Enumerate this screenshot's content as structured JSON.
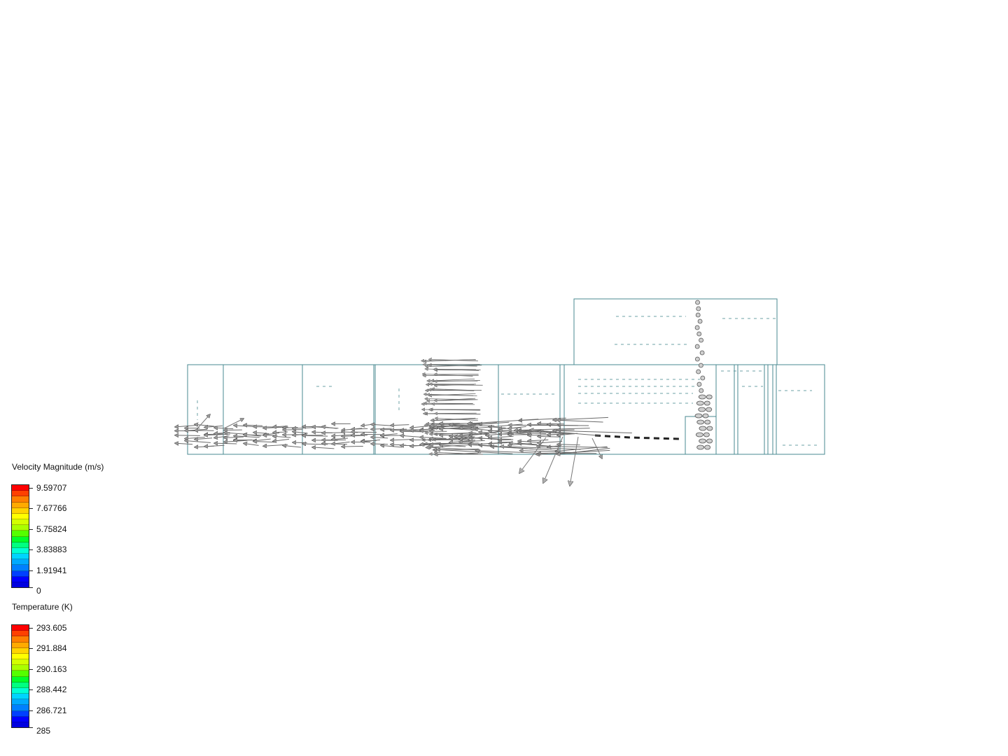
{
  "scene": {
    "background": "#ffffff",
    "outline_color": "#4a8a90",
    "arrow_fill": "#b8b8b8",
    "arrow_stroke": "#555555",
    "view": "side view of domain with velocity vector glyphs"
  },
  "legends": [
    {
      "id": "velocity",
      "title": "Velocity Magnitude (m/s)",
      "labels": [
        "9.59707",
        "7.67766",
        "5.75824",
        "3.83883",
        "1.91941",
        "0"
      ],
      "colormap": [
        "#ff0000",
        "#ff4000",
        "#ff7f00",
        "#ffaa00",
        "#ffd400",
        "#ffff00",
        "#d4ff00",
        "#aaff00",
        "#55ff00",
        "#00ff2a",
        "#00ff80",
        "#00ffd4",
        "#00d4ff",
        "#00aaff",
        "#0080ff",
        "#0040ff",
        "#0000ff",
        "#0000e0"
      ]
    },
    {
      "id": "temperature",
      "title": "Temperature (K)",
      "labels": [
        "293.605",
        "291.884",
        "290.163",
        "288.442",
        "286.721",
        "285"
      ],
      "colormap": [
        "#ff0000",
        "#ff4000",
        "#ff7f00",
        "#ffaa00",
        "#ffd400",
        "#ffff00",
        "#d4ff00",
        "#aaff00",
        "#55ff00",
        "#00ff2a",
        "#00ff80",
        "#00ffd4",
        "#00d4ff",
        "#00aaff",
        "#0080ff",
        "#0040ff",
        "#0000ff",
        "#0000e0"
      ]
    }
  ]
}
